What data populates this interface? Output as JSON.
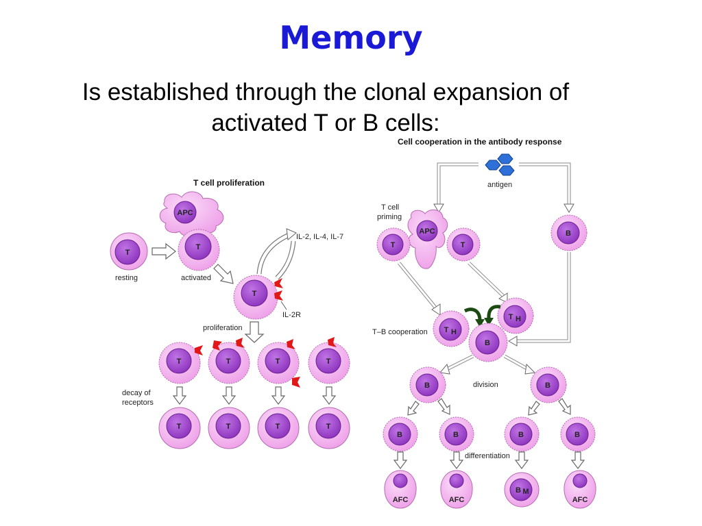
{
  "slide": {
    "title": "Memory",
    "subtitle_line1": "Is established through the clonal expansion of",
    "subtitle_line2": "activated T or B cells:"
  },
  "left_panel": {
    "heading": "T cell proliferation",
    "apc_label": "APC",
    "cell_t": "T",
    "resting": "resting",
    "activated": "activated",
    "interleukins": "IL-2, IL-4, IL-7",
    "il2r": "IL-2R",
    "proliferation": "proliferation",
    "decay_line1": "decay of",
    "decay_line2": "receptors"
  },
  "right_panel": {
    "heading": "Cell cooperation in the antibody response",
    "antigen": "antigen",
    "t_cell_priming_line1": "T cell",
    "t_cell_priming_line2": "priming",
    "apc_label": "APC",
    "cell_t": "T",
    "cell_b": "B",
    "th_main": "T",
    "th_sub": "H",
    "tb_cooperation": "T–B cooperation",
    "division": "division",
    "differentiation": "differentiation",
    "afc": "AFC",
    "bm_main": "B",
    "bm_sub": "M"
  },
  "colors": {
    "title": "#1a1ad6",
    "cell_outer": "#f4b3f1",
    "cell_nucleus": "#a448ce",
    "receptor": "#e01818",
    "antigen": "#2f6fd8",
    "curved_arrow": "#1d4a12"
  }
}
